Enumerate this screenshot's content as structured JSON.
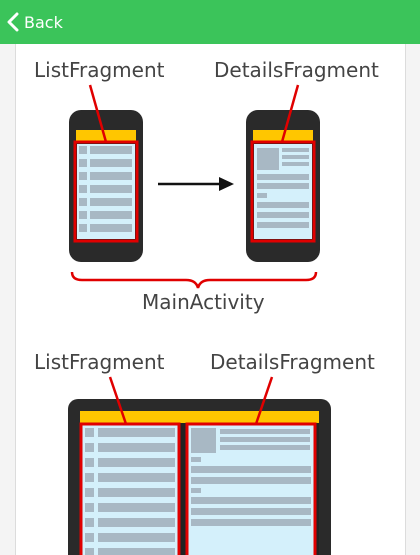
{
  "topbar": {
    "back_label": "Back",
    "color": "#3bc45a"
  },
  "diagram": {
    "phone": {
      "list_label": "ListFragment",
      "details_label": "DetailsFragment",
      "activity_label": "MainActivity"
    },
    "tablet": {
      "list_label": "ListFragment",
      "details_label": "DetailsFragment"
    },
    "colors": {
      "highlight": "#e00000",
      "fragment_fill": "#d4f0fb",
      "action_bar": "#ffc600",
      "device_body": "#2a2a2a"
    }
  }
}
